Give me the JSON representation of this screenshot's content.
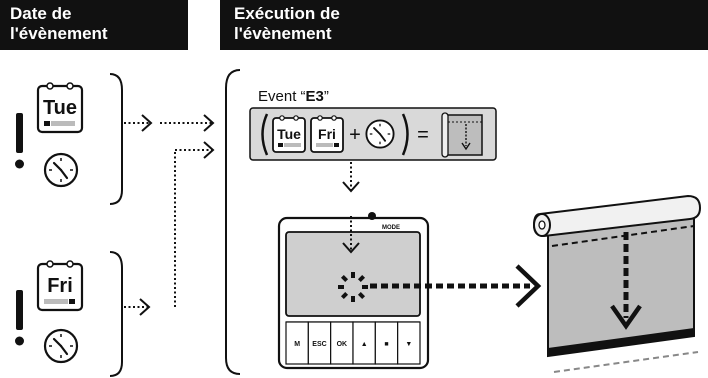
{
  "header_left": {
    "line1": "Date de",
    "line2": "l'évènement"
  },
  "header_right": {
    "line1": "Exécution de",
    "line2": "l'évènement"
  },
  "calendar_top": {
    "day": "Tue"
  },
  "calendar_bottom": {
    "day": "Fri"
  },
  "event": {
    "label_prefix": "Event “",
    "label_code": "E3",
    "label_suffix": "”",
    "formula_day1": "Tue",
    "formula_day2": "Fri",
    "plus": "+",
    "equals": "="
  },
  "keypad": {
    "mode_label": "MODE",
    "keys": [
      "M",
      "ESC",
      "OK",
      "▲",
      "■",
      "▼"
    ]
  },
  "colors": {
    "header_bg": "#111111",
    "panel_gray": "#d9d9d9",
    "blind_gray": "#bdbdbd",
    "stroke": "#111111"
  }
}
